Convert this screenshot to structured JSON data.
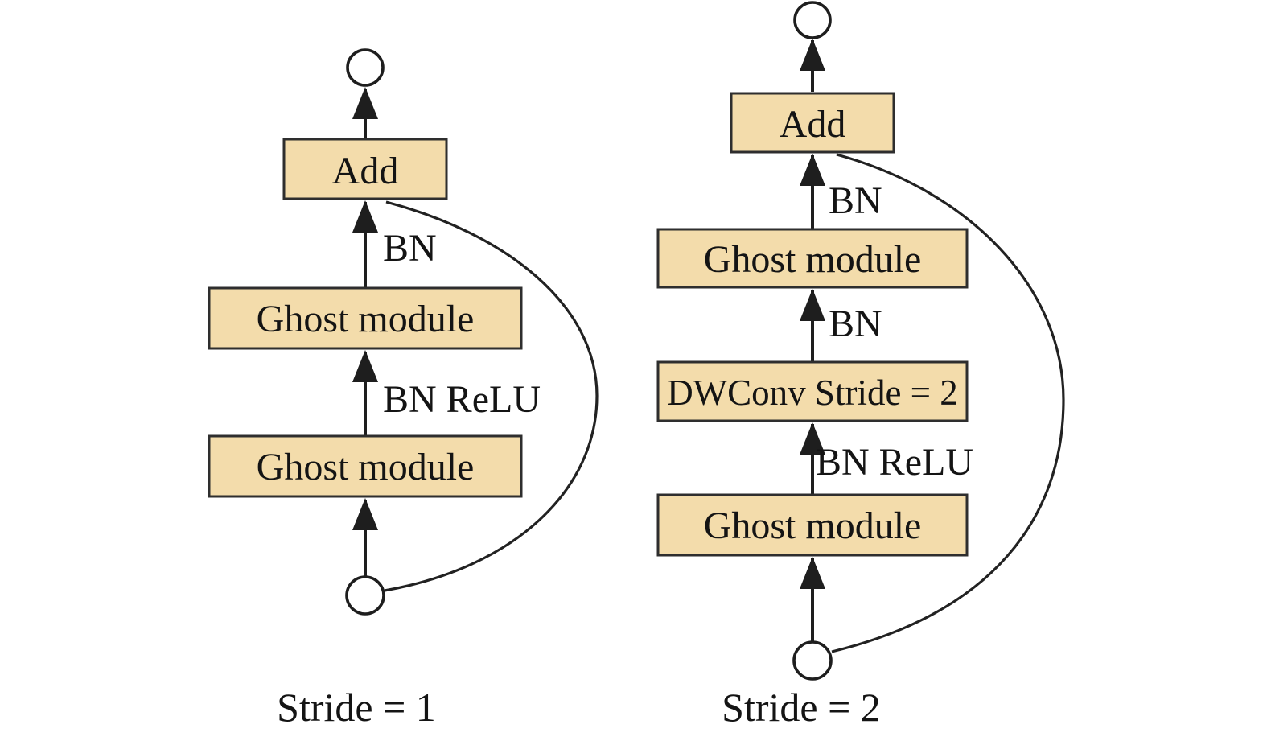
{
  "colors": {
    "box_fill": "#f3dcab",
    "box_stroke": "#2e2e2e",
    "line": "#1e1e1e"
  },
  "left": {
    "caption": "Stride = 1",
    "boxes": {
      "add": "Add",
      "ghost_top": "Ghost module",
      "ghost_bottom": "Ghost module"
    },
    "edge_labels": {
      "bn": "BN",
      "bn_relu": "BN ReLU"
    }
  },
  "right": {
    "caption": "Stride = 2",
    "boxes": {
      "add": "Add",
      "ghost_top": "Ghost module",
      "dwconv": "DWConv Stride = 2",
      "ghost_bottom": "Ghost module"
    },
    "edge_labels": {
      "bn_top": "BN",
      "bn_mid": "BN",
      "bn_relu": "BN ReLU"
    }
  }
}
